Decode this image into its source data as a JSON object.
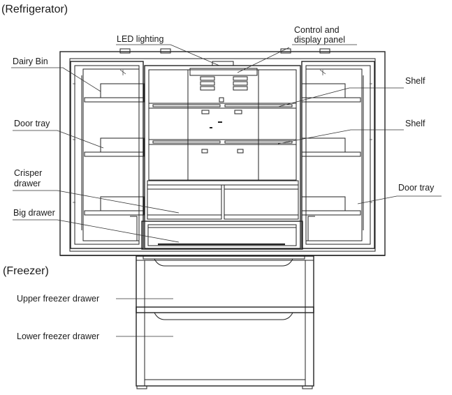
{
  "sections": {
    "refrigerator": "(Refrigerator)",
    "freezer": "(Freezer)"
  },
  "labels": {
    "led_lighting": "LED lighting",
    "control_line1": "Control and",
    "control_line2": "display panel",
    "dairy_bin": "Dairy Bin",
    "shelf_1": "Shelf",
    "shelf_2": "Shelf",
    "door_tray_left": "Door tray",
    "door_tray_right": "Door tray",
    "crisper_line1": "Crisper",
    "crisper_line2": "drawer",
    "big_drawer": "Big drawer",
    "upper_freezer": "Upper freezer drawer",
    "lower_freezer": "Lower freezer drawer"
  }
}
